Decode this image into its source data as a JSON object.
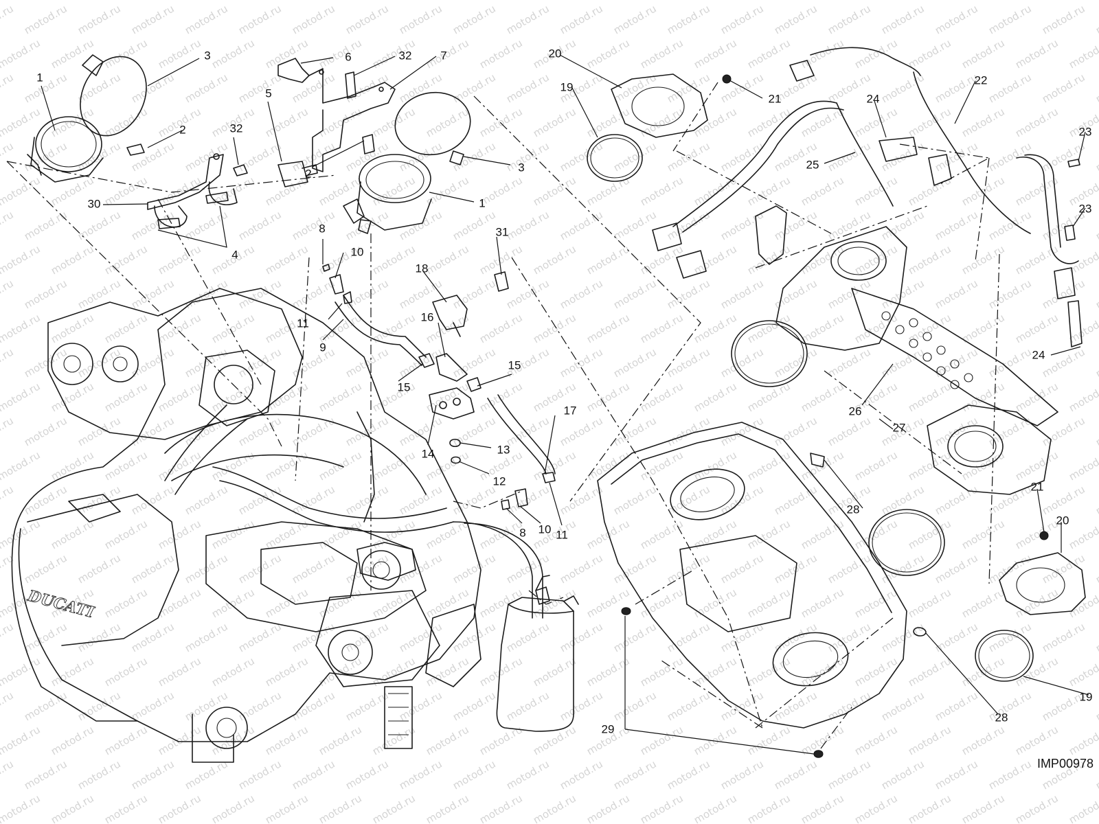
{
  "watermark": "motod.ru",
  "diagram_code": "IMP00978",
  "engine_brand": "DUCATI",
  "callouts": {
    "c1a": "1",
    "c1b": "1",
    "c2a": "2",
    "c2b": "2",
    "c3a": "3",
    "c3b": "3",
    "c4": "4",
    "c5": "5",
    "c6": "6",
    "c7": "7",
    "c8a": "8",
    "c8b": "8",
    "c9": "9",
    "c10a": "10",
    "c10b": "10",
    "c11a": "11",
    "c11b": "11",
    "c12": "12",
    "c13": "13",
    "c14": "14",
    "c15a": "15",
    "c15b": "15",
    "c16": "16",
    "c17": "17",
    "c18": "18",
    "c19a": "19",
    "c19b": "19",
    "c20a": "20",
    "c20b": "20",
    "c21a": "21",
    "c21b": "21",
    "c22": "22",
    "c23a": "23",
    "c23b": "23",
    "c24a": "24",
    "c24b": "24",
    "c25": "25",
    "c26": "26",
    "c27": "27",
    "c28a": "28",
    "c28b": "28",
    "c29": "29",
    "c30": "30",
    "c31": "31",
    "c32a": "32",
    "c32b": "32"
  }
}
